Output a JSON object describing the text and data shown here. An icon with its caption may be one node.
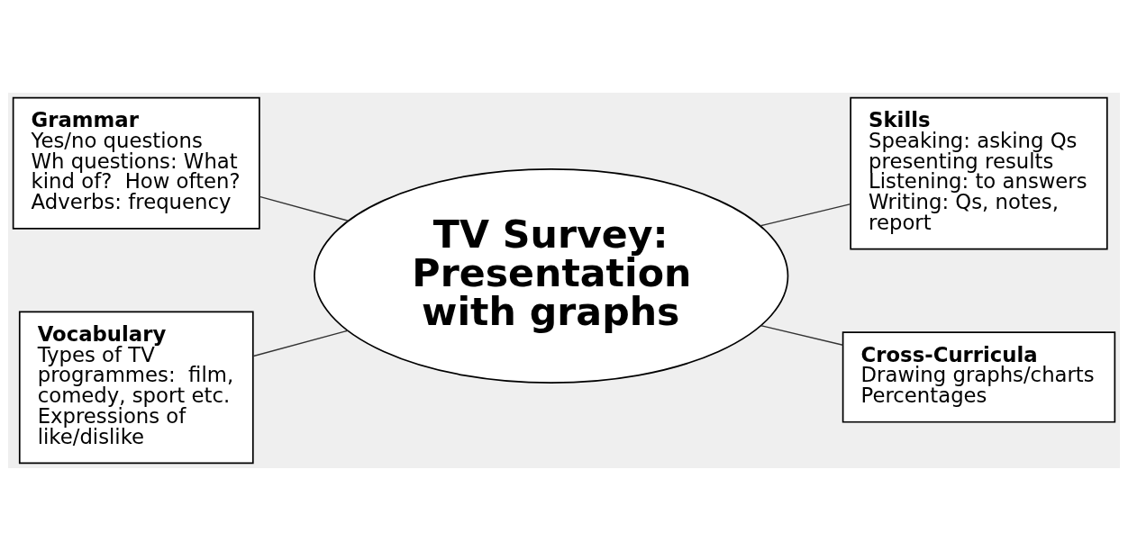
{
  "diagram": {
    "nodes": [
      {
        "text": [
          "Grammar",
          "Yes/no questions",
          "Wh questions: What kind of?  How often?",
          "Adverbs: frequency"
        ]
      },
      {
        "text": [
          "Skills",
          "Speaking: asking Qs presenting results",
          "Listening: to answers",
          "Writing: Qs, notes, report"
        ]
      },
      {
        "text": [
          "TV Survey: Presentation with graphs"
        ]
      },
      {
        "text": [
          "Vocabulary",
          "Types of TV programmes:  film, comedy, sport etc.",
          "Expressions of like/dislike"
        ]
      },
      {
        "text": [
          "Cross-Curricula",
          "Drawing graphs/charts",
          "Percentages"
        ]
      }
    ],
    "edges": [
      {
        "from": 0,
        "to": 2,
        "arrow": "none"
      },
      {
        "from": 2,
        "to": 1,
        "arrow": "none"
      },
      {
        "from": 3,
        "to": 2,
        "arrow": "none"
      },
      {
        "from": 2,
        "to": 4,
        "arrow": "none"
      }
    ]
  }
}
